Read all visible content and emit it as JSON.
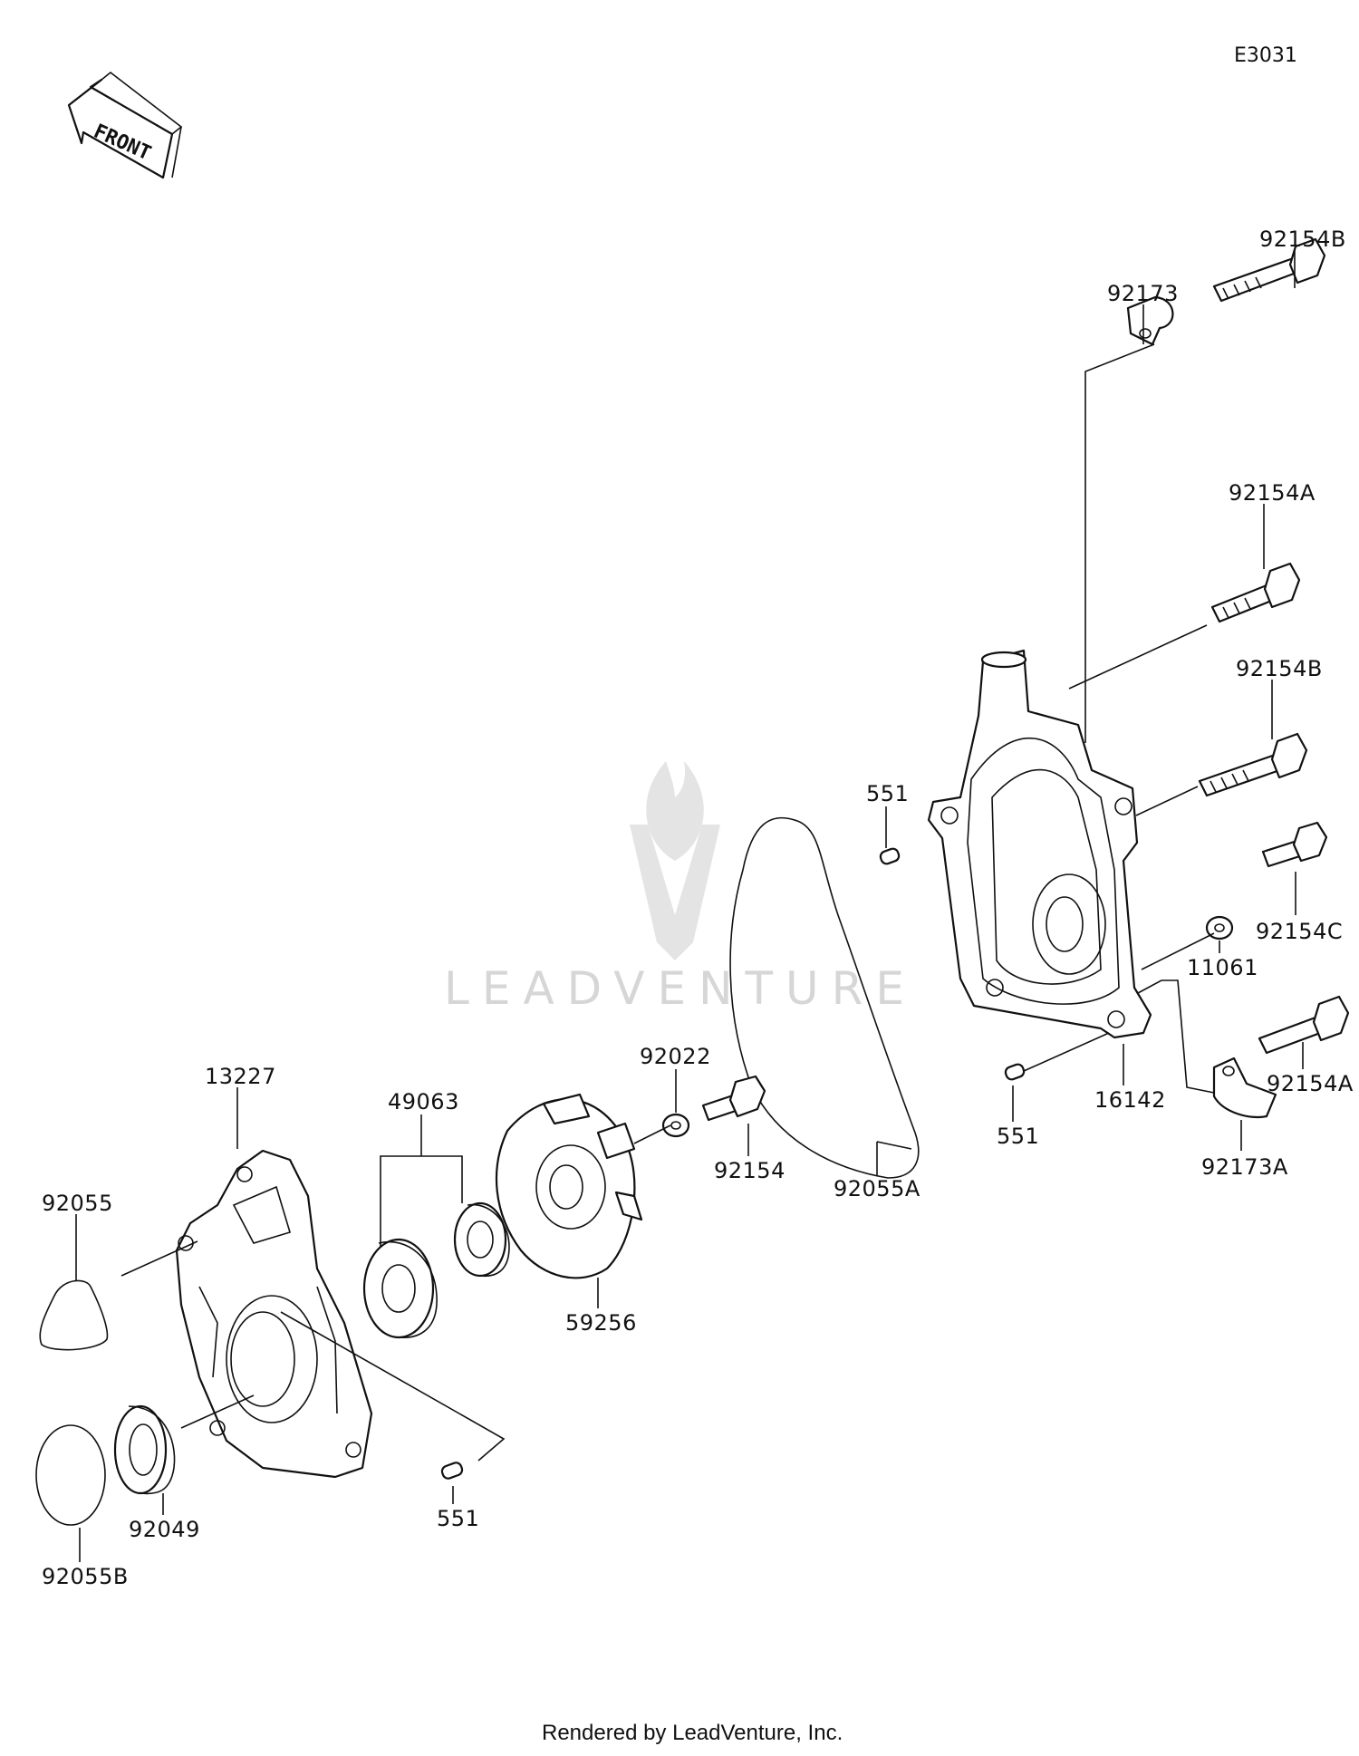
{
  "diagram_code": "E3031",
  "front_label": "FRONT",
  "watermark": "LEADVENTURE",
  "footer": "Rendered by LeadVenture, Inc.",
  "labels": {
    "p92154B_top": "92154B",
    "p92173": "92173",
    "p92154A_top": "92154A",
    "p92154B_mid": "92154B",
    "p551_right": "551",
    "p92154C": "92154C",
    "p11061": "11061",
    "p16142": "16142",
    "p551_lower": "551",
    "p92154A_low": "92154A",
    "p92173A": "92173A",
    "p92022": "92022",
    "p92154": "92154",
    "p92055A": "92055A",
    "p13227": "13227",
    "p49063": "49063",
    "p59256": "59256",
    "p92055": "92055",
    "p92049": "92049",
    "p92055B": "92055B",
    "p551_left": "551"
  }
}
